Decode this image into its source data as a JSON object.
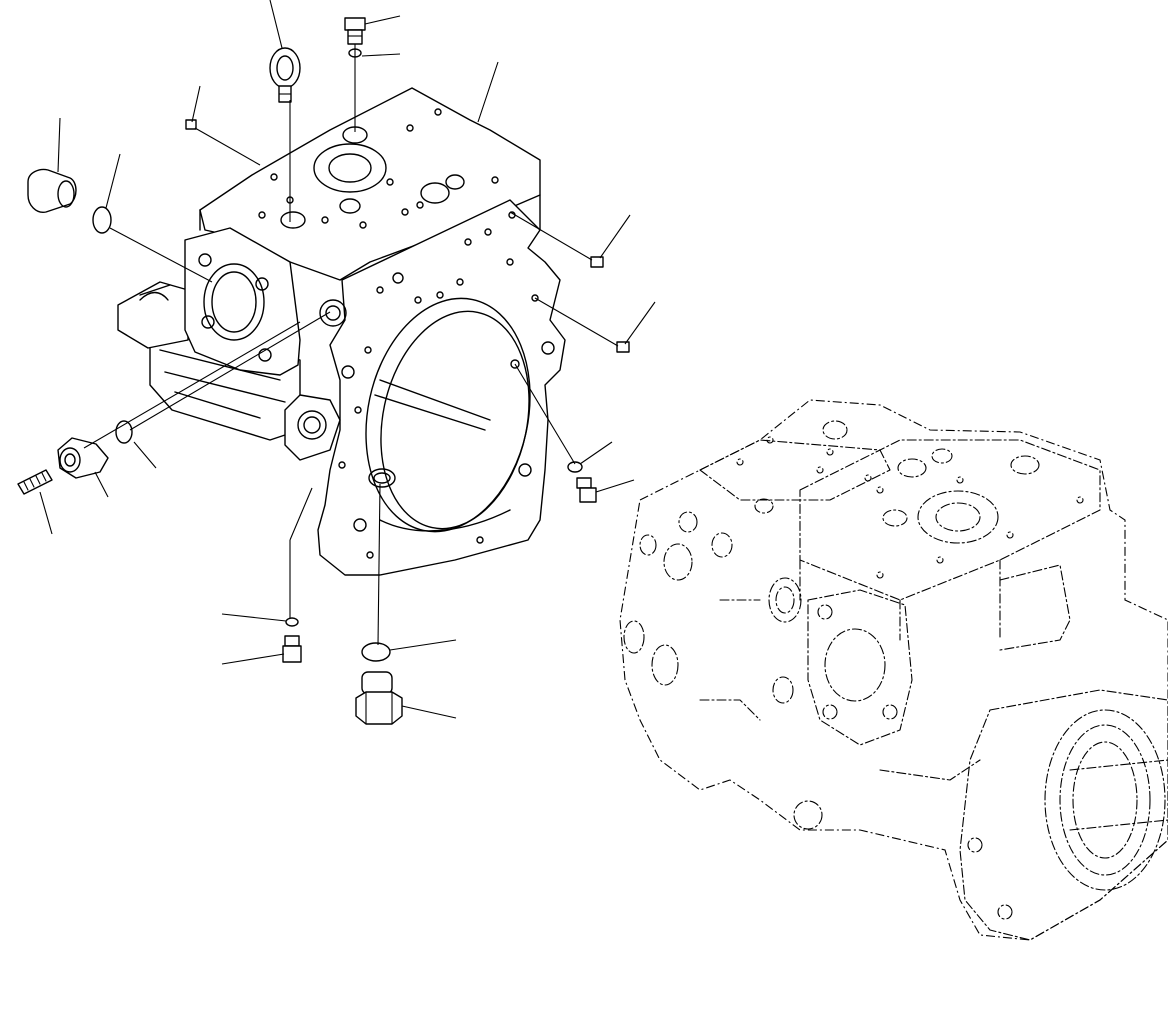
{
  "diagram": {
    "type": "exploded-parts-view",
    "parts": [
      {
        "id": "pump-case"
      },
      {
        "id": "eye-bolt"
      },
      {
        "id": "plug-top"
      },
      {
        "id": "o-ring-top"
      },
      {
        "id": "small-plug-top"
      },
      {
        "id": "cap-plug-left"
      },
      {
        "id": "o-ring-left"
      },
      {
        "id": "union-fitting"
      },
      {
        "id": "breather-plug"
      },
      {
        "id": "o-ring-front"
      },
      {
        "id": "plug-right-1"
      },
      {
        "id": "plug-right-2"
      },
      {
        "id": "o-ring-right"
      },
      {
        "id": "plug-right-3"
      },
      {
        "id": "o-ring-bottom-small"
      },
      {
        "id": "plug-bottom-small"
      },
      {
        "id": "o-ring-bottom"
      },
      {
        "id": "drain-plug"
      },
      {
        "id": "pump-assembly-reference"
      }
    ]
  }
}
